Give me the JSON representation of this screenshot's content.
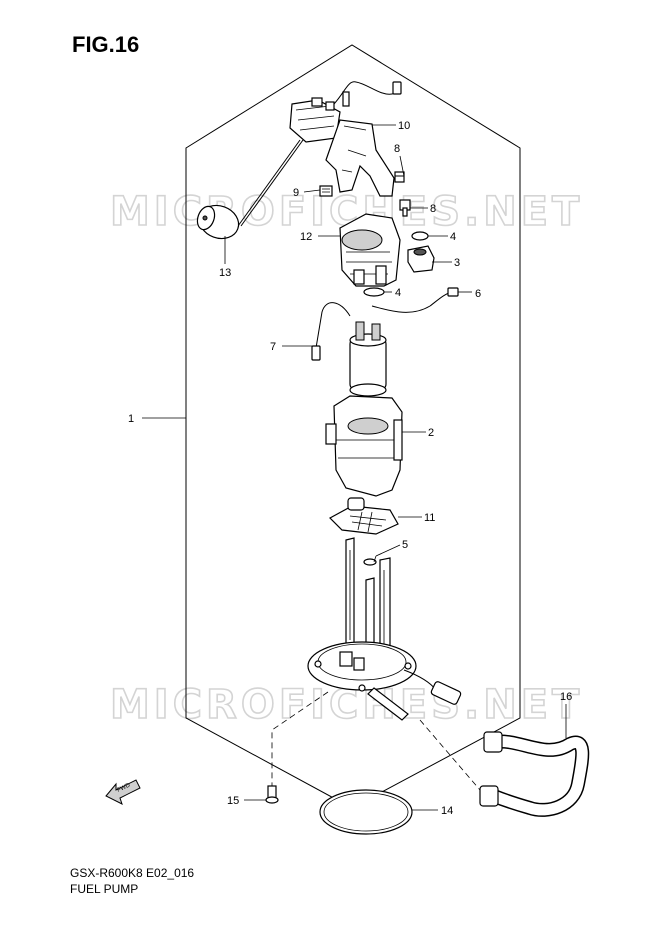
{
  "figure": {
    "title": "FIG.16",
    "model_code": "GSX-R600K8 E02_016",
    "section_name": "FUEL PUMP",
    "watermark": "MICROFICHES.NET"
  },
  "callouts": {
    "c1": "1",
    "c2": "2",
    "c3": "3",
    "c4a": "4",
    "c4b": "4",
    "c5": "5",
    "c6": "6",
    "c7": "7",
    "c8a": "8",
    "c8b": "8",
    "c9": "9",
    "c10": "10",
    "c11": "11",
    "c12": "12",
    "c13": "13",
    "c14": "14",
    "c15": "15",
    "c16": "16"
  },
  "icons": {
    "fwd_arrow": "fwd-arrow-icon",
    "fwd_text": "FWD"
  }
}
